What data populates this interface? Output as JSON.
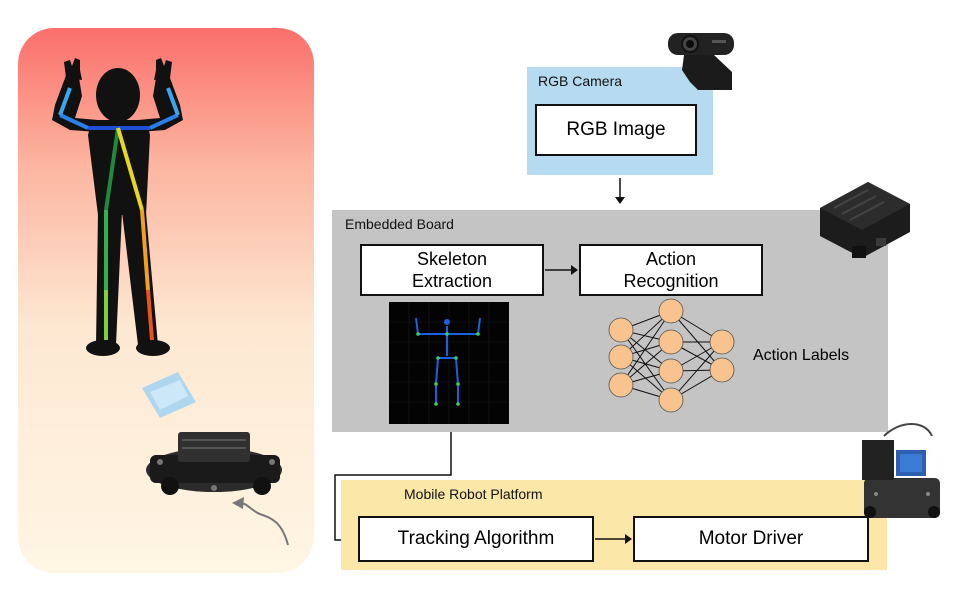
{
  "camera": {
    "panel_label": "RGB Camera",
    "image_box": "RGB Image"
  },
  "board": {
    "panel_label": "Embedded Board",
    "skeleton_box_line1": "Skeleton",
    "skeleton_box_line2": "Extraction",
    "action_box_line1": "Action",
    "action_box_line2": "Recognition",
    "action_labels": "Action Labels"
  },
  "mobile": {
    "panel_label": "Mobile Robot Platform",
    "tracking_box": "Tracking Algorithm",
    "motor_box": "Motor Driver"
  },
  "colors": {
    "camera_panel": "#b6daf0",
    "board_panel": "#c4c4c4",
    "mobile_panel": "#fbe8a9",
    "neuron_fill": "#f8c38f",
    "skeleton_blue": "#1e5fe0"
  },
  "icons": [
    "person-silhouette",
    "webcam-icon",
    "embedded-board-icon",
    "robot-icon",
    "mobile-robot-icon",
    "camera-fov-icon"
  ]
}
